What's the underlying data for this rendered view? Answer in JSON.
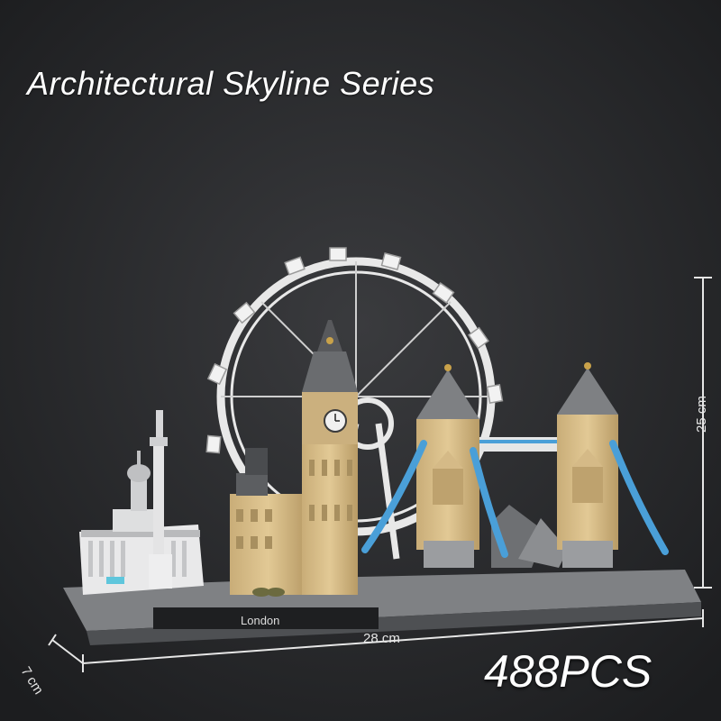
{
  "title": "Architectural Skyline Series",
  "piece_count": "488PCS",
  "dimensions": {
    "width": "28 cm",
    "depth": "7 cm",
    "height": "25 cm"
  },
  "model": {
    "base_label": "London"
  },
  "colors": {
    "background": "#2b2c2e",
    "tan_brick": "#d8be8c",
    "bridge_blue": "#4a9fd8",
    "white_brick": "#e9e9ea",
    "gray_base": "#8a8c8f"
  }
}
